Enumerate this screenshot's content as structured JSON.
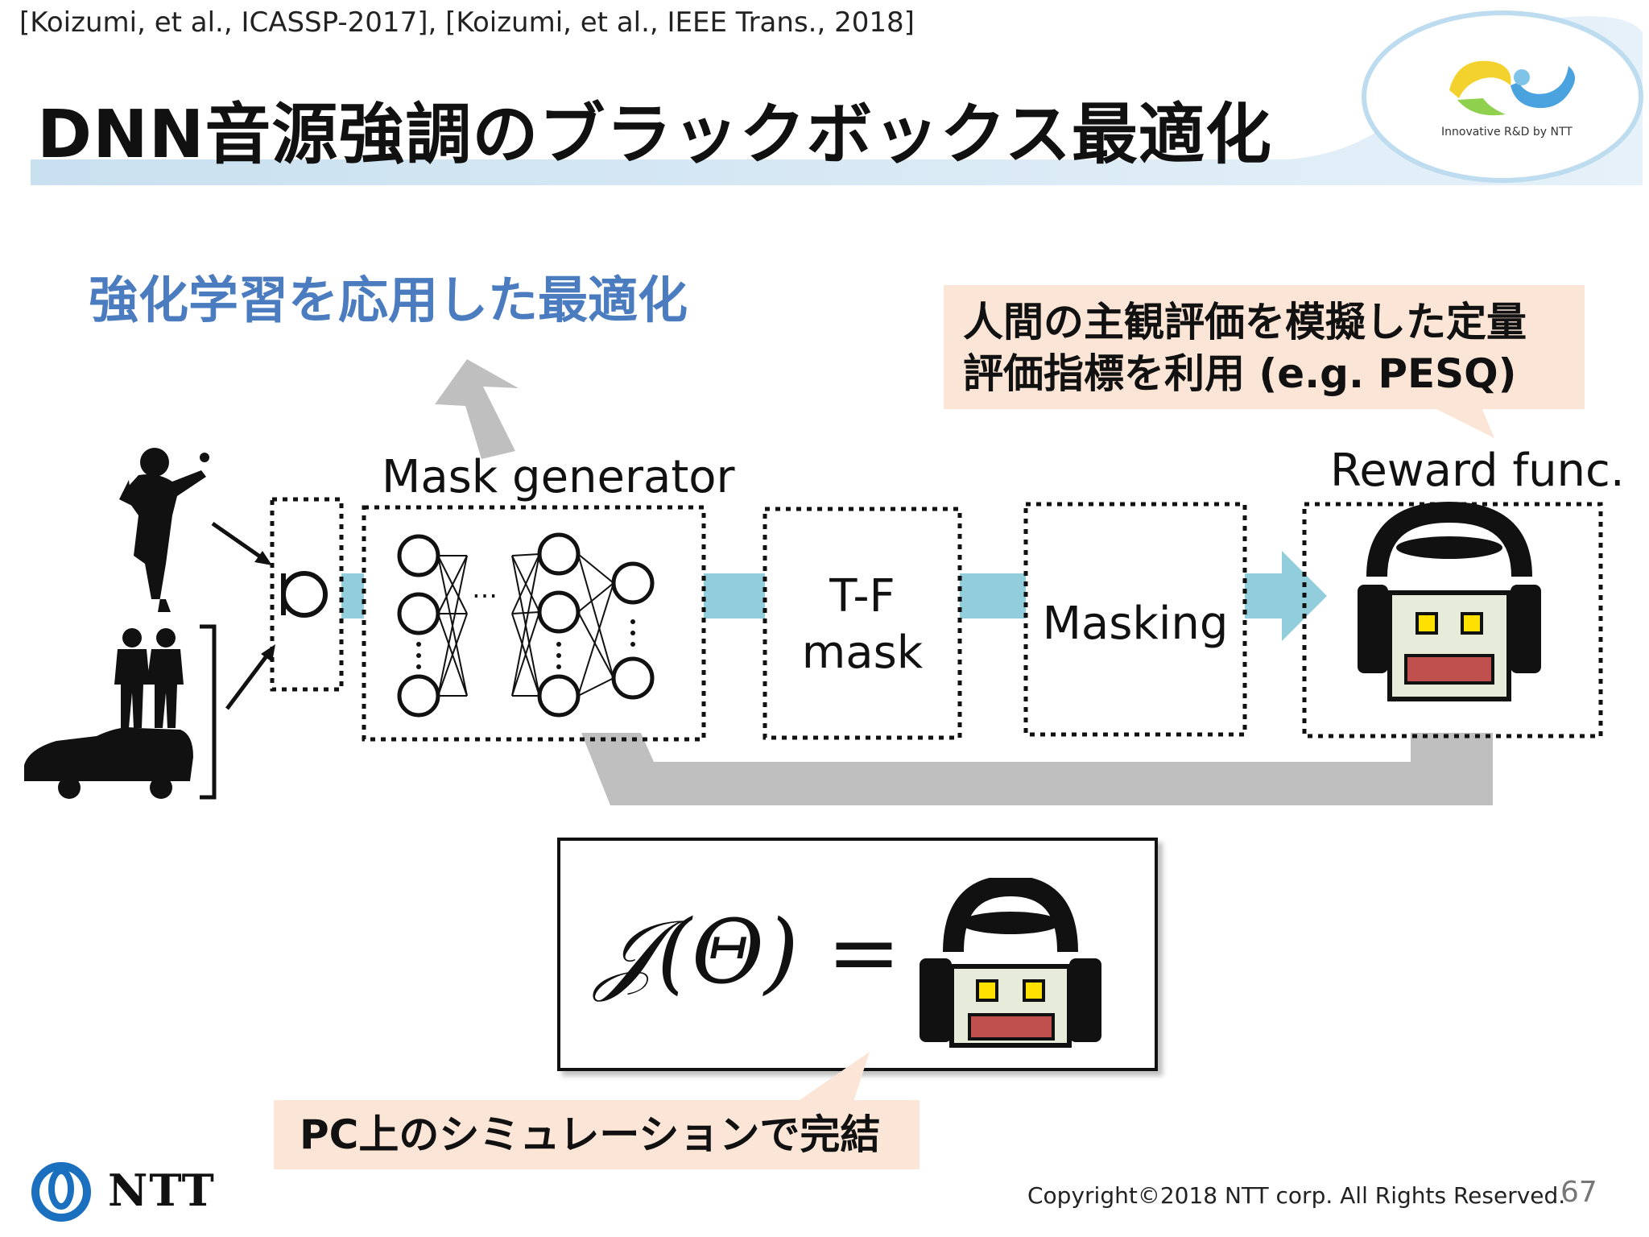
{
  "reference": "[Koizumi, et al., ICASSP-2017], [Koizumi, et al., IEEE Trans., 2018]",
  "title": "DNN音源強調のブラックボックス最適化",
  "logo": {
    "caption": "Innovative R&D by NTT"
  },
  "subtitle": "強化学習を応用した最適化",
  "callout_top": {
    "line1": "人間の主観評価を模擬した定量",
    "line2": "評価指標を利用 (e.g. PESQ)"
  },
  "diagram": {
    "mask_generator_label": "Mask generator",
    "ellipsis": "…",
    "tf_mask_line1": "T-F",
    "tf_mask_line2": "mask",
    "masking_label": "Masking",
    "reward_label": "Reward func."
  },
  "formula": "𝒥(Θ) =",
  "callout_bottom": "PC上のシミュレーションで完結",
  "footer": {
    "ntt": "NTT",
    "copyright": "Copyright©2018 NTT corp. All Rights Reserved.",
    "page": "67"
  },
  "colors": {
    "arrow_blue": "#92cddc",
    "arrow_gray": "#bfbfbf",
    "callout": "#fbe5d6",
    "subtitle": "#4a7cbf",
    "robot_face": "#e6ecd9",
    "robot_eye": "#ffe100",
    "robot_mouth": "#c0504d"
  }
}
